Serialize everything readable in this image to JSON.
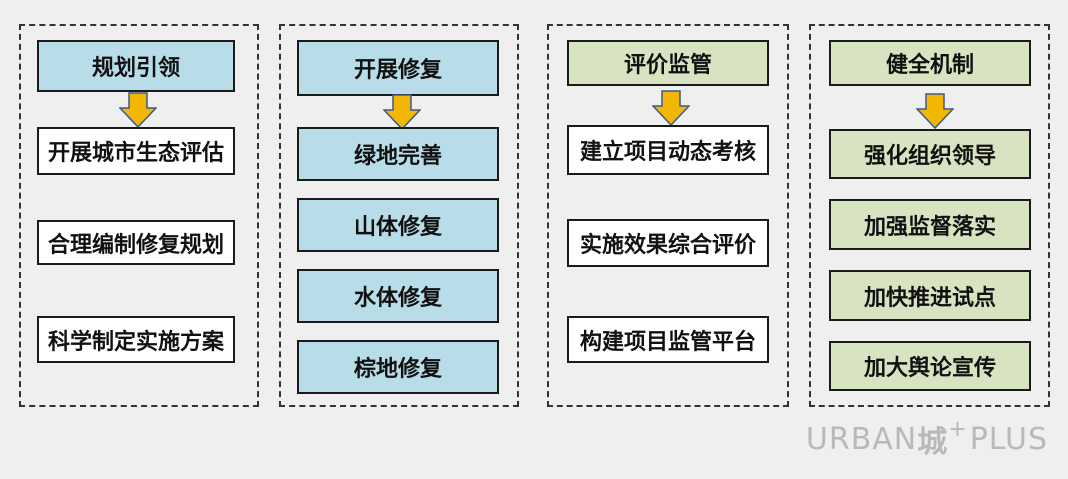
{
  "colors": {
    "blue": "#b8dde8",
    "green": "#d8e3c1",
    "arrow": "#f2b705"
  },
  "col1": {
    "head": "规划引领",
    "items": [
      "开展城市生态评估",
      "合理编制修复规划",
      "科学制定实施方案"
    ]
  },
  "col2": {
    "head": "开展修复",
    "items": [
      "绿地完善",
      "山体修复",
      "水体修复",
      "棕地修复"
    ]
  },
  "col3": {
    "head": "评价监管",
    "items": [
      "建立项目动态考核",
      "实施效果综合评价",
      "构建项目监管平台"
    ]
  },
  "col4": {
    "head": "健全机制",
    "items": [
      "强化组织领导",
      "加强监督落实",
      "加快推进试点",
      "加大舆论宣传"
    ]
  },
  "logo": {
    "left": "URBAN",
    "cjk": "城",
    "plus": "+",
    "right": "PLUS"
  }
}
